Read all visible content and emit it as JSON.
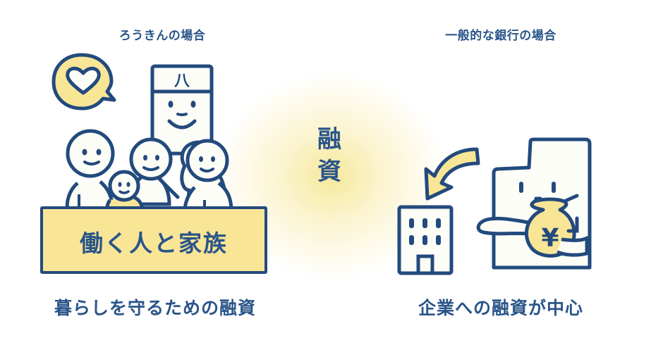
{
  "left_panel": {
    "heading": "ろうきんの場合",
    "box_label": "働く人と家族",
    "caption": "暮らしを守るための融資",
    "illustration": {
      "speech_bubble_icon": "heart-icon",
      "worker_headband_char": "八"
    }
  },
  "center": {
    "label": "融資"
  },
  "right_panel": {
    "heading": "一般的な銀行の場合",
    "caption": "企業への融資が中心",
    "illustration": {
      "money_bag_symbol": "¥",
      "building_icon": "office-building-icon",
      "arrow_icon": "curved-arrow-icon"
    }
  },
  "colors": {
    "navy": "#234a7d",
    "text_blue": "#2a5589",
    "yellow": "#f8e596",
    "figure_fill": "#fdfdf8",
    "background": "#ffffff"
  }
}
